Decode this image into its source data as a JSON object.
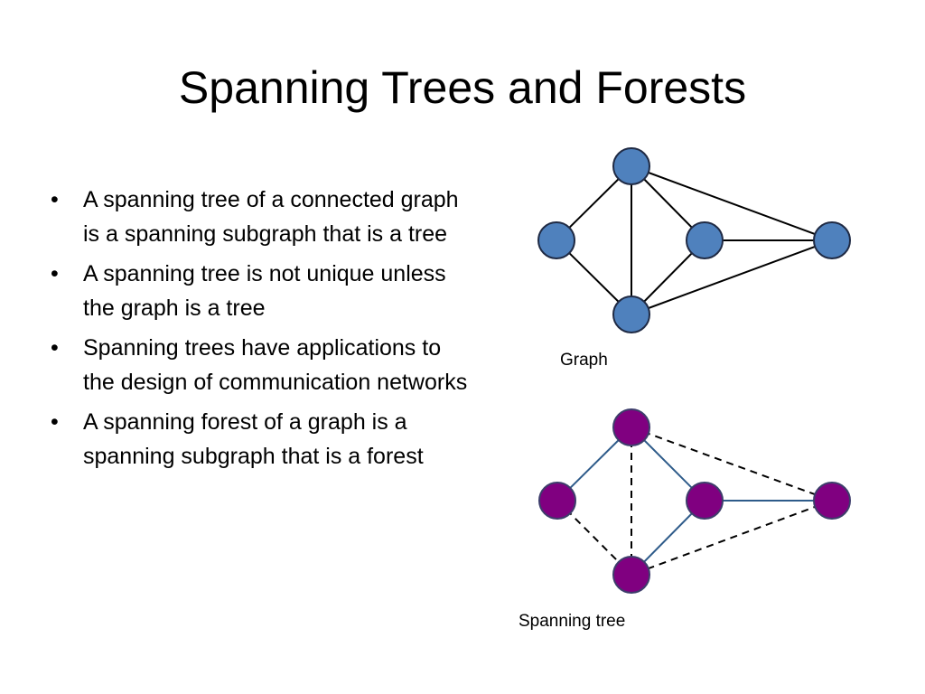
{
  "slide": {
    "title": "Spanning Trees and Forests",
    "bullets": [
      "A spanning tree of a connected graph is a spanning subgraph that is a tree",
      "A spanning tree is not unique unless the graph is a tree",
      "Spanning trees have applications to the design of communication networks",
      "A spanning forest of a graph is a spanning subgraph that is a forest"
    ],
    "bullet_symbol": "•"
  },
  "graph": {
    "caption": "Graph",
    "node_color": "#4f81bd",
    "node_stroke": "#1f2a44",
    "edge_color": "#000000"
  },
  "spanning_tree": {
    "caption": "Spanning tree",
    "node_color": "#800080",
    "node_stroke": "#3d3d6b",
    "tree_edge_color": "#2e5b8a",
    "non_tree_edge_color": "#000000",
    "non_tree_edge_style": "dashed"
  }
}
